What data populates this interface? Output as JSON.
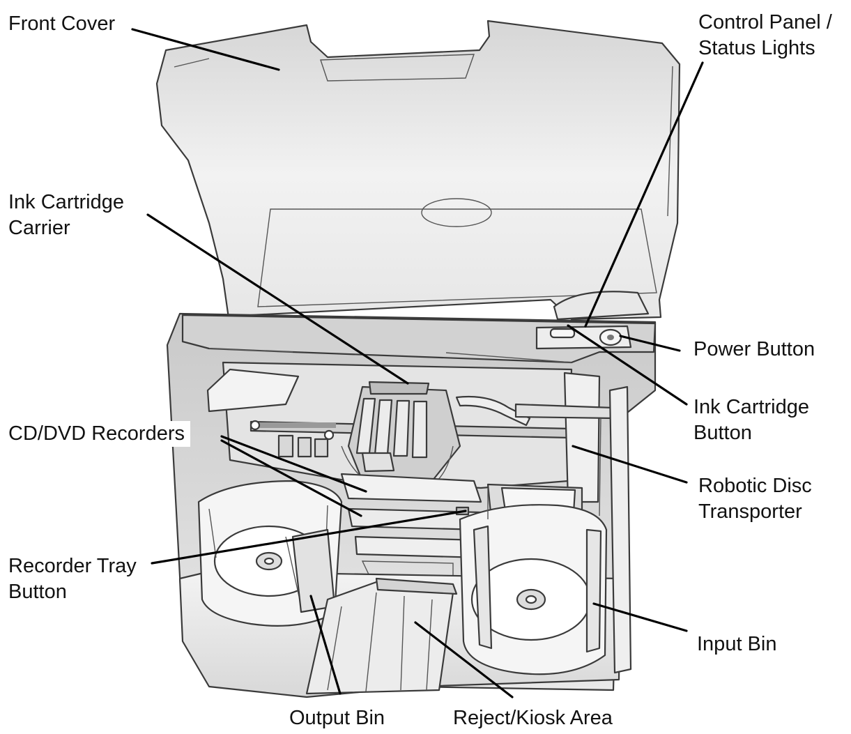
{
  "colors": {
    "line": "#000000",
    "outline": "#3a3a3a",
    "fill_light": "#f4f4f4",
    "fill_mid": "#dcdcdc",
    "fill_dark": "#b8b8b8",
    "text": "#111111"
  },
  "labels": {
    "front_cover": "Front Cover",
    "control_panel": [
      "Control Panel /",
      "Status Lights"
    ],
    "ink_carrier": [
      "Ink Cartridge",
      "Carrier"
    ],
    "power_button": "Power Button",
    "ink_button": [
      "Ink Cartridge",
      "Button"
    ],
    "recorders": "CD/DVD Recorders",
    "robotic": [
      "Robotic Disc",
      "Transporter"
    ],
    "tray_button": [
      "Recorder Tray",
      "Button"
    ],
    "input_bin": "Input Bin",
    "output_bin": "Output Bin",
    "reject_area": "Reject/Kiosk Area"
  }
}
